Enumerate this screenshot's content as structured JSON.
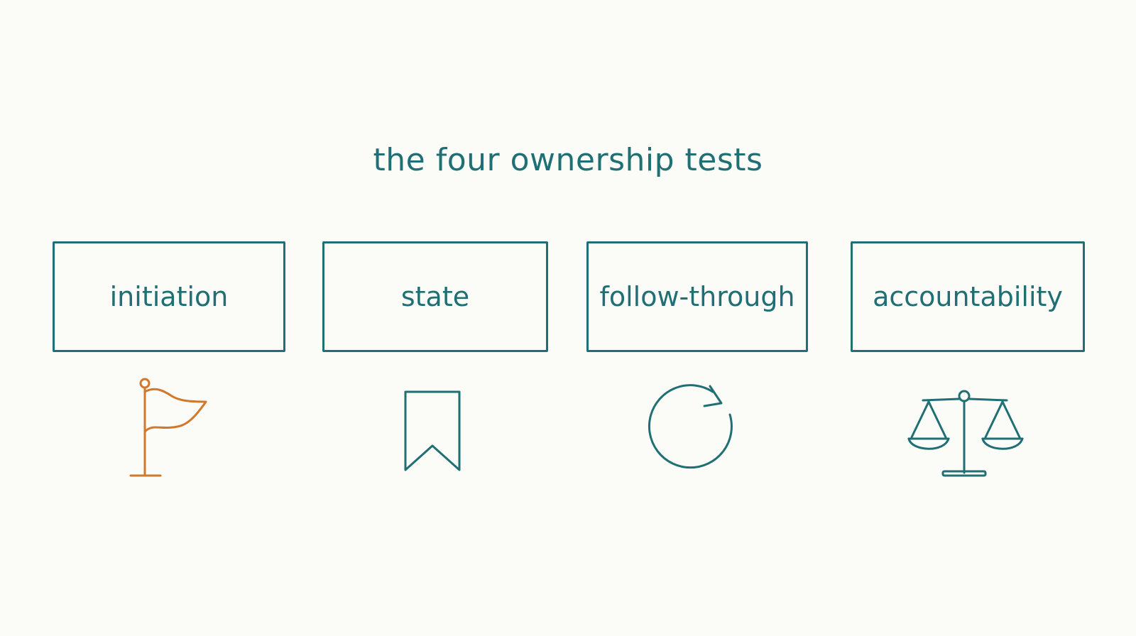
{
  "title": "the four ownership tests",
  "tests": [
    {
      "label": "initiation",
      "icon": "flag-icon"
    },
    {
      "label": "state",
      "icon": "bookmark-icon"
    },
    {
      "label": "follow-through",
      "icon": "refresh-icon"
    },
    {
      "label": "accountability",
      "icon": "scales-icon"
    }
  ],
  "colors": {
    "teal": "#1f6f74",
    "orange": "#d2782a",
    "background": "#fbfbf8"
  }
}
